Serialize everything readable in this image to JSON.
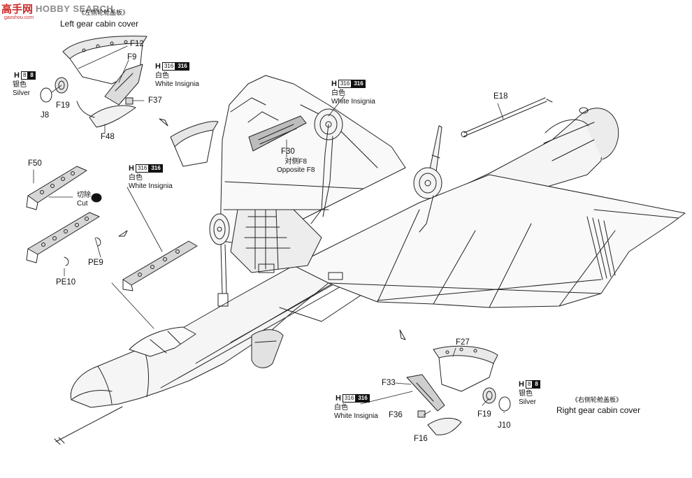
{
  "watermark": {
    "logo_text": "高手网",
    "brand_text": "HOBBY SEARCH",
    "site_text": "gaoshou.com",
    "logo_color": "#cc2a2a"
  },
  "titles": {
    "left_cn": "《左侧轮舱盖板》",
    "left_en": "Left gear cabin cover",
    "right_cn": "《右侧轮舱盖板》",
    "right_en": "Right gear cabin cover"
  },
  "parts": {
    "F12": "F12",
    "F9": "F9",
    "F19_left": "F19",
    "J8": "J8",
    "F37": "F37",
    "F48": "F48",
    "F50": "F50",
    "PE9": "PE9",
    "PE10": "PE10",
    "F30": "F30",
    "E18": "E18",
    "F27": "F27",
    "F33": "F33",
    "F36": "F36",
    "F16": "F16",
    "F19_right": "F19",
    "J10": "J10"
  },
  "paint_codes": {
    "h8_left": {
      "prefix": "H",
      "code_a": "8",
      "code_b": "8",
      "cn": "银色",
      "en": "Silver"
    },
    "h316_f9": {
      "prefix": "H",
      "code_a": "316",
      "code_b": "316",
      "cn": "白色",
      "en": "White Insignia"
    },
    "h316_mid": {
      "prefix": "H",
      "code_a": "316",
      "code_b": "316",
      "cn": "白色",
      "en": "White Insignia"
    },
    "h316_left": {
      "prefix": "H",
      "code_a": "316",
      "code_b": "316",
      "cn": "白色",
      "en": "White Insignia"
    },
    "h316_f33": {
      "prefix": "H",
      "code_a": "316",
      "code_b": "316",
      "cn": "白色",
      "en": "White Insignia"
    },
    "h8_right": {
      "prefix": "H",
      "code_a": "8",
      "code_b": "8",
      "cn": "银色",
      "en": "Silver"
    }
  },
  "notes": {
    "cut_cn": "切除",
    "cut_en": "Cut",
    "opposite_cn": "对侧F8",
    "opposite_en": "Opposite F8"
  }
}
